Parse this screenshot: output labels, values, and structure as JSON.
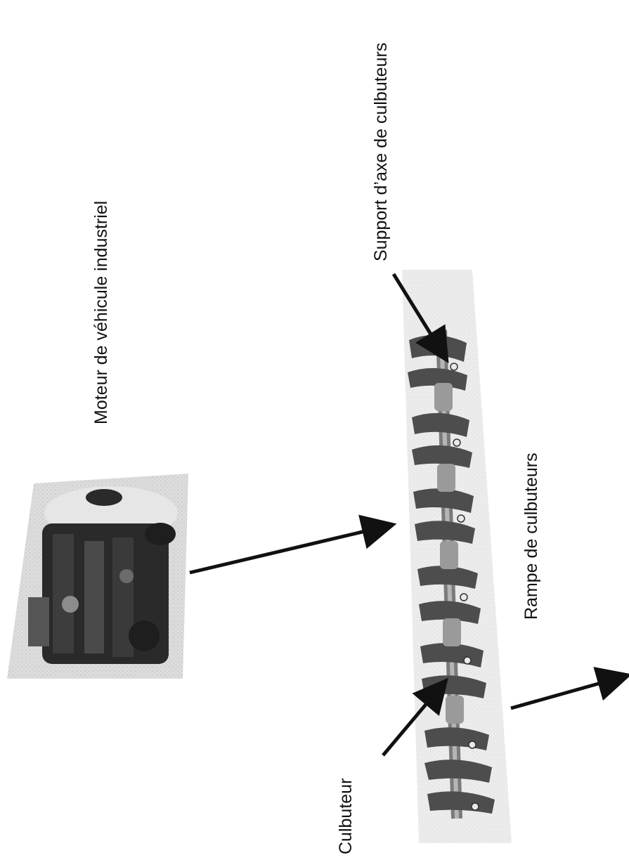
{
  "labels": {
    "engine": "Moteur de véhicule industriel",
    "support": "Support d’axe de culbuteurs",
    "rampe": "Rampe de culbuteurs",
    "culbuteur": "Culbuteur"
  },
  "icons": [
    "engine-photo",
    "rocker-arm-assembly-photo",
    "arrow"
  ],
  "colors": {
    "ink": "#111111",
    "photo_dark": "#2a2a2a",
    "photo_mid": "#8c8c8c",
    "photo_light": "#d9d9d9"
  }
}
